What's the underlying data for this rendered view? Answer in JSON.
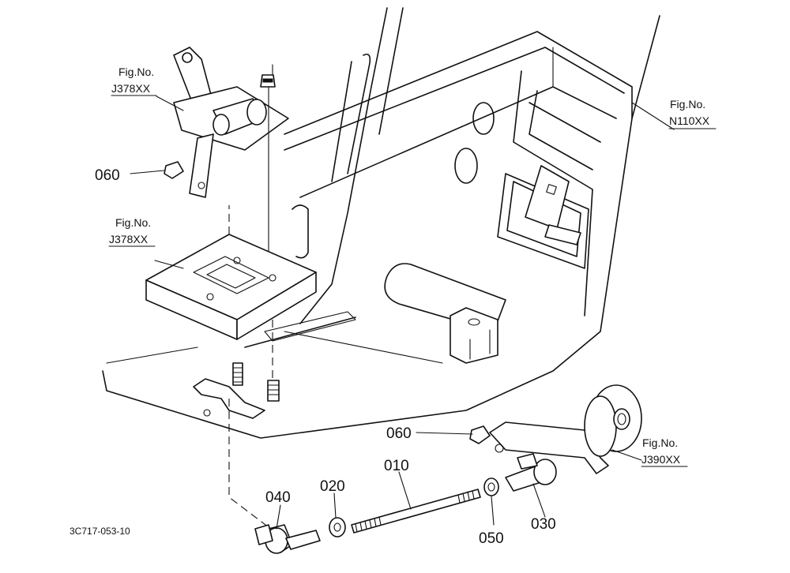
{
  "diagram": {
    "drawing_number": "3C717-053-10",
    "fig_refs": [
      {
        "id": "fig-upper-left",
        "prefix": "Fig.No.",
        "code": "J378XX"
      },
      {
        "id": "fig-right",
        "prefix": "Fig.No.",
        "code": "N110XX"
      },
      {
        "id": "fig-mid-left",
        "prefix": "Fig.No.",
        "code": "J378XX"
      },
      {
        "id": "fig-lower-right",
        "prefix": "Fig.No.",
        "code": "J390XX"
      }
    ],
    "parts": [
      {
        "id": "part-060-upper",
        "number": "060"
      },
      {
        "id": "part-060-lower",
        "number": "060"
      },
      {
        "id": "part-010",
        "number": "010"
      },
      {
        "id": "part-040",
        "number": "040"
      },
      {
        "id": "part-020",
        "number": "020"
      },
      {
        "id": "part-050",
        "number": "050"
      },
      {
        "id": "part-030",
        "number": "030"
      }
    ]
  }
}
